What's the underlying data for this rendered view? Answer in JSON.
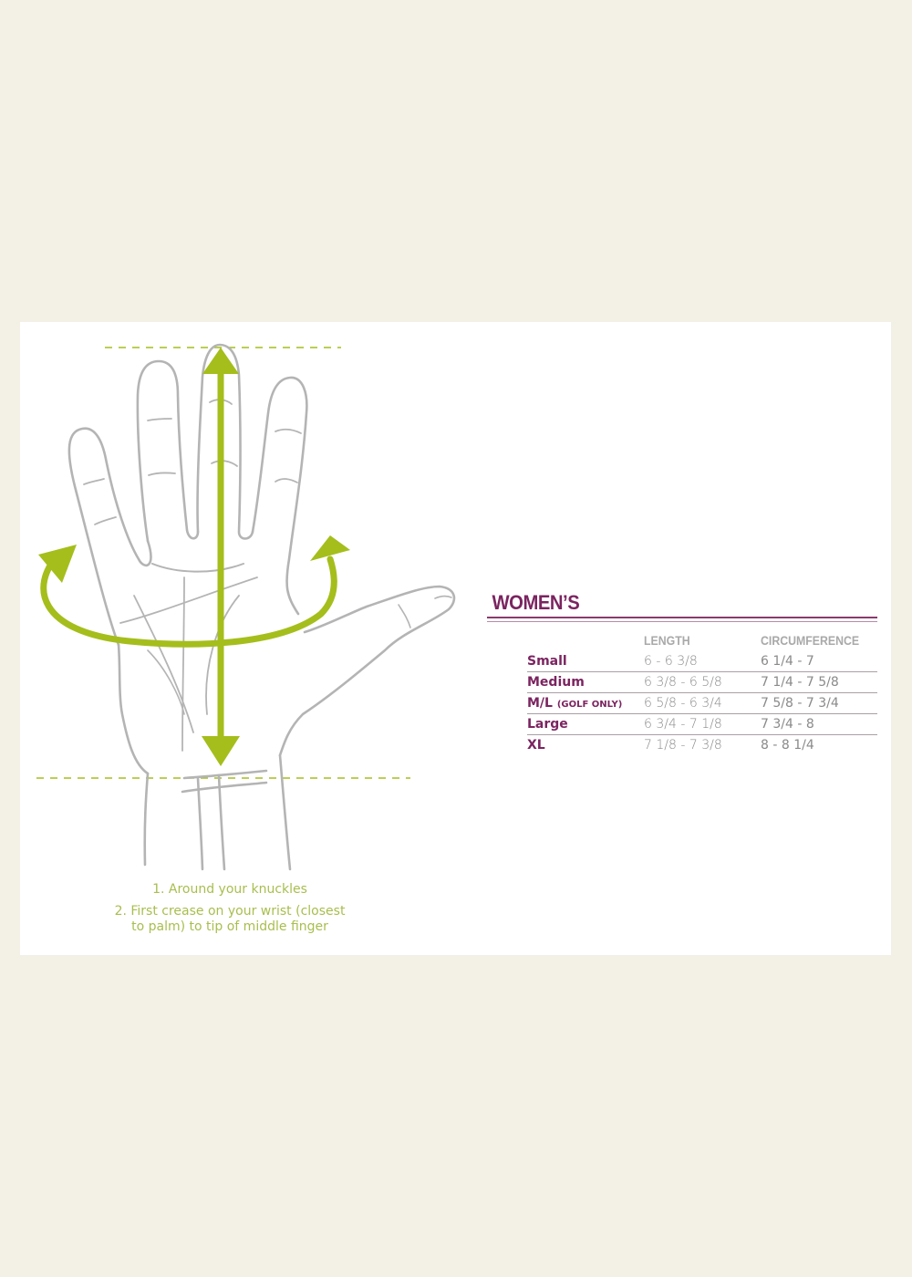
{
  "colors": {
    "page_background": "#f3f0e6",
    "card_background": "#ffffff",
    "accent_green": "#a5be1c",
    "accent_purple": "#7b2460",
    "hand_outline": "#b4b4b4",
    "header_gray": "#a9a9a9"
  },
  "illustration": {
    "subject": "open-palm-hand",
    "measure_1": "circumference-around-knuckles-arrow",
    "measure_2": "length-wrist-to-middle-finger-arrow"
  },
  "instructions": {
    "step1": "1. Around your knuckles",
    "step2_line1": "2. First crease on your wrist (closest",
    "step2_line2": "to palm) to tip of middle finger"
  },
  "size_chart": {
    "title": "WOMEN’S",
    "columns": {
      "size": "",
      "length": "LENGTH",
      "circumference": "CIRCUMFERENCE"
    },
    "rows": [
      {
        "size": "Small",
        "note": "",
        "length": "6 - 6 3/8",
        "circumference": "6 1/4 - 7"
      },
      {
        "size": "Medium",
        "note": "",
        "length": "6 3/8 - 6 5/8",
        "circumference": "7 1/4 - 7 5/8"
      },
      {
        "size": "M/L",
        "note": "(GOLF ONLY)",
        "length": "6 5/8 - 6 3/4",
        "circumference": "7 5/8 - 7 3/4"
      },
      {
        "size": "Large",
        "note": "",
        "length": "6 3/4 - 7 1/8",
        "circumference": "7 3/4 - 8"
      },
      {
        "size": "XL",
        "note": "",
        "length": "7 1/8 - 7 3/8",
        "circumference": "8 - 8 1/4"
      }
    ]
  }
}
